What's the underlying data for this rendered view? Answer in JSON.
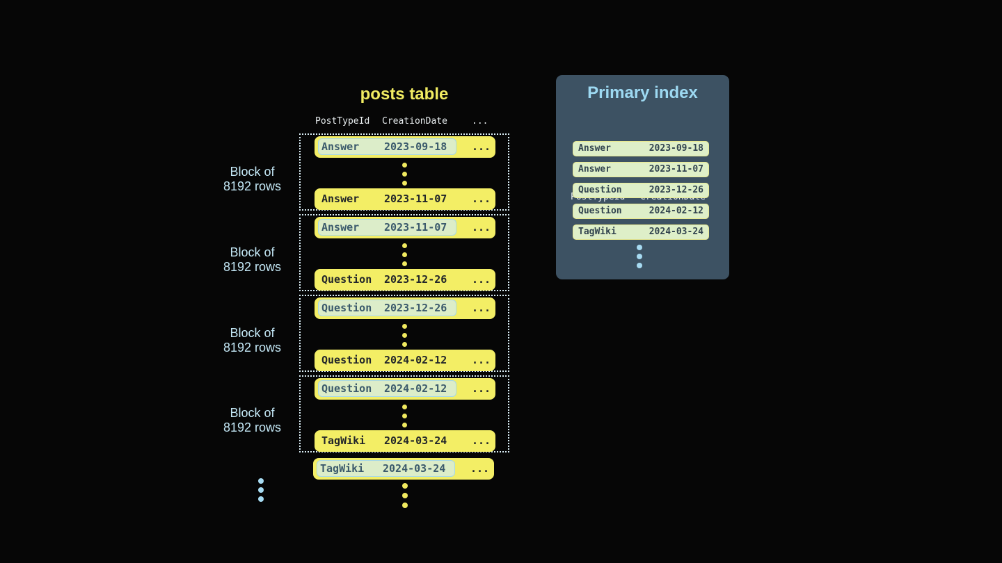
{
  "posts_table": {
    "title": "posts table",
    "headers": {
      "col1": "PostTypeId",
      "col2": "CreationDate",
      "more": "..."
    },
    "block_label": {
      "line1": "Block of",
      "line2": "8192 rows"
    },
    "ellipsis": "...",
    "blocks": [
      {
        "first": {
          "type": "Answer",
          "date": "2023-09-18"
        },
        "last": {
          "type": "Answer",
          "date": "2023-11-07"
        }
      },
      {
        "first": {
          "type": "Answer",
          "date": "2023-11-07"
        },
        "last": {
          "type": "Question",
          "date": "2023-12-26"
        }
      },
      {
        "first": {
          "type": "Question",
          "date": "2023-12-26"
        },
        "last": {
          "type": "Question",
          "date": "2024-02-12"
        }
      },
      {
        "first": {
          "type": "Question",
          "date": "2024-02-12"
        },
        "last": {
          "type": "TagWiki",
          "date": "2024-03-24"
        }
      }
    ],
    "overflow_row": {
      "type": "TagWiki",
      "date": "2024-03-24"
    }
  },
  "primary_index": {
    "title": "Primary index",
    "headers": {
      "col1": "PostTypeId",
      "col2": "CreationDate"
    },
    "rows": [
      {
        "type": "Answer",
        "date": "2023-09-18"
      },
      {
        "type": "Answer",
        "date": "2023-11-07"
      },
      {
        "type": "Question",
        "date": "2023-12-26"
      },
      {
        "type": "Question",
        "date": "2024-02-12"
      },
      {
        "type": "TagWiki",
        "date": "2024-03-24"
      }
    ]
  },
  "colors": {
    "background": "#060606",
    "row_yellow": "#f3ee65",
    "row_text": "#22262a",
    "highlight_green": "#dcedc9",
    "highlight_border": "#a6d8e8",
    "highlight_text": "#3b5a6c",
    "block_border": "#dcf0f8",
    "label_blue": "#c3e7f5",
    "title_yellow": "#f1ec62",
    "panel_bg": "#3d5263",
    "panel_title": "#9dd9f2",
    "header_text": "#e9eef0",
    "index_row_bg": "#deefc8",
    "index_row_border": "#e9ea92",
    "index_row_text": "#32444f",
    "dot_yellow": "#f0e95f",
    "dot_blue": "#a7dbf2"
  }
}
